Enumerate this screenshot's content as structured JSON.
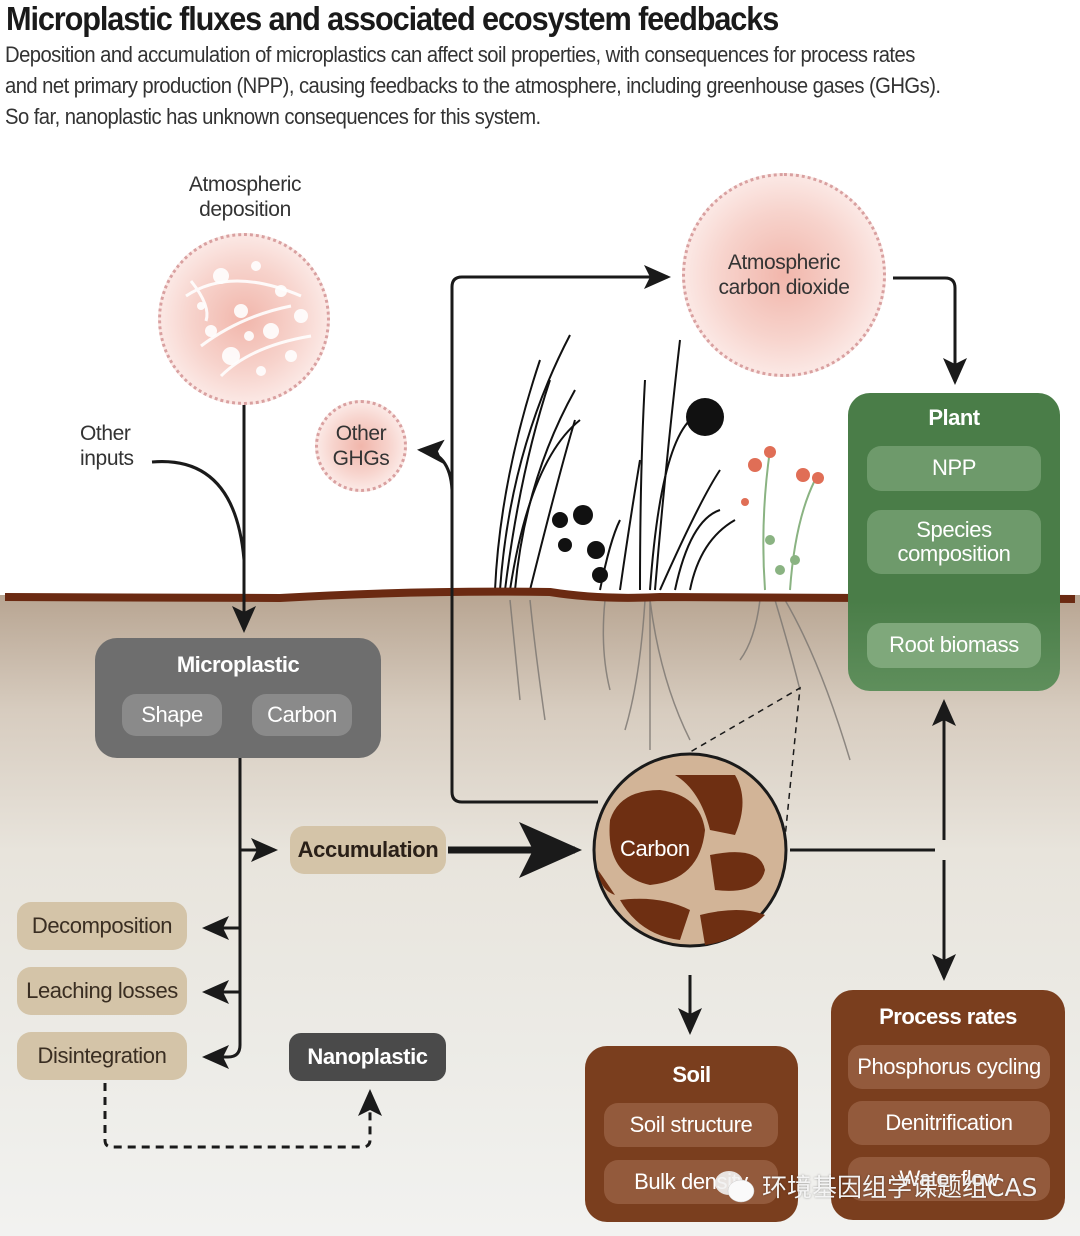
{
  "header": {
    "title": "Microplastic fluxes and associated ecosystem feedbacks",
    "subtitle_lines": [
      "Deposition and accumulation of microplastics can affect soil properties, with consequences for process rates",
      "and net primary production (NPP), causing feedbacks to the atmosphere, including greenhouse gases (GHGs).",
      "So far, nanoplastic has unknown consequences for this system."
    ]
  },
  "atmosphere": {
    "deposition_label": [
      "Atmospheric",
      "deposition"
    ],
    "other_inputs_label": [
      "Other",
      "inputs"
    ],
    "other_ghgs_label": [
      "Other",
      "GHGs"
    ],
    "co2_label": [
      "Atmospheric",
      "carbon dioxide"
    ]
  },
  "plant": {
    "title": "Plant",
    "items": [
      "NPP",
      "Species composition",
      "Root biomass"
    ]
  },
  "microplastic": {
    "title": "Microplastic",
    "items": [
      "Shape",
      "Carbon"
    ]
  },
  "accumulation_label": "Accumulation",
  "carbon_label": "Carbon",
  "losses": [
    "Decomposition",
    "Leaching losses",
    "Disintegration"
  ],
  "nanoplastic_label": "Nanoplastic",
  "soil": {
    "title": "Soil",
    "items": [
      "Soil structure",
      "Bulk density"
    ]
  },
  "process_rates": {
    "title": "Process rates",
    "items": [
      "Phosphorus cycling",
      "Denitrification",
      "Water flow"
    ]
  },
  "watermark": "环境基因组学课题组CAS",
  "colors": {
    "plant_green": "#4a7d48",
    "microplastic_gray": "#6e6e6e",
    "nanoplastic_gray": "#4a4a4a",
    "soil_brown": "#7a3e1e",
    "tan": "#d4c4a8",
    "ground_line": "#6b2a12"
  }
}
